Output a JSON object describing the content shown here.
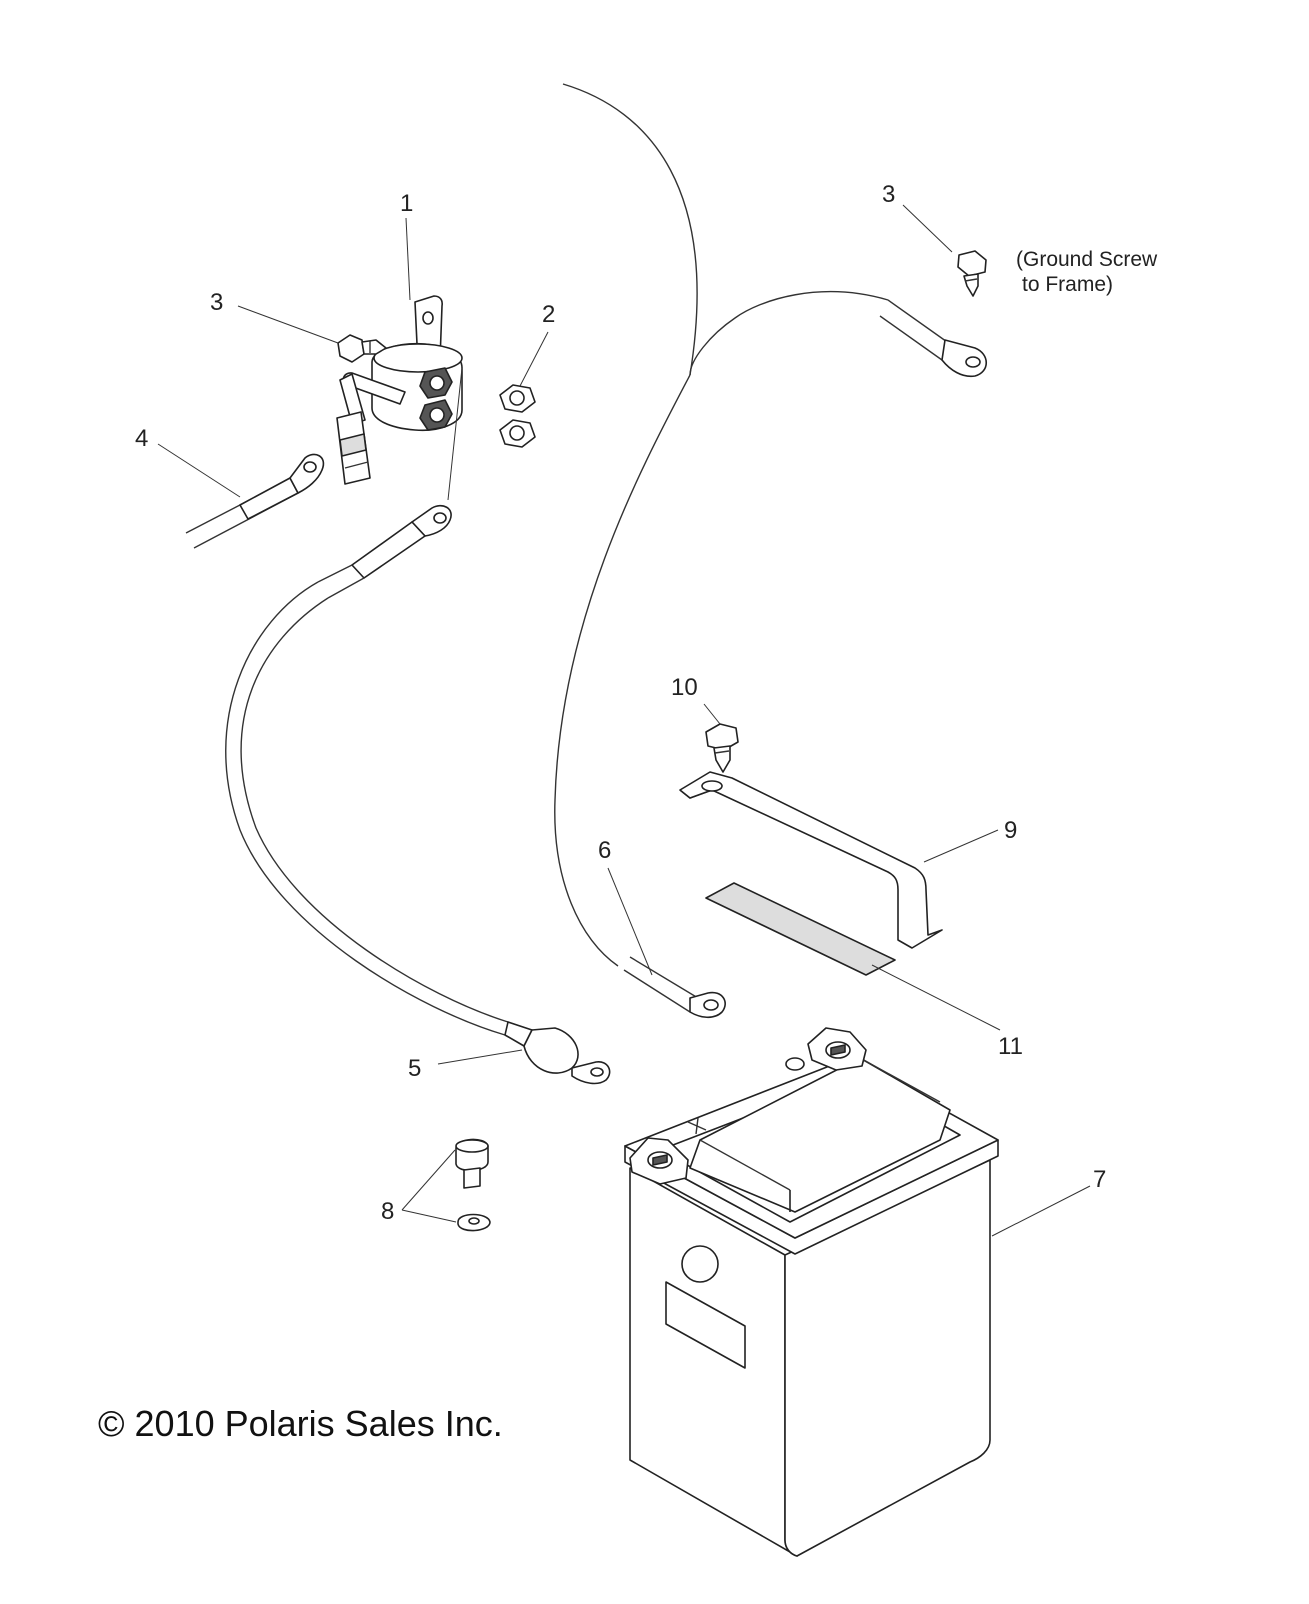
{
  "callouts": [
    {
      "id": "c1",
      "label": "1"
    },
    {
      "id": "c2",
      "label": "2"
    },
    {
      "id": "c3a",
      "label": "3"
    },
    {
      "id": "c3b",
      "label": "3"
    },
    {
      "id": "c4",
      "label": "4"
    },
    {
      "id": "c5",
      "label": "5"
    },
    {
      "id": "c6",
      "label": "6"
    },
    {
      "id": "c7",
      "label": "7"
    },
    {
      "id": "c8",
      "label": "8"
    },
    {
      "id": "c9",
      "label": "9"
    },
    {
      "id": "c10",
      "label": "10"
    },
    {
      "id": "c11",
      "label": "11"
    }
  ],
  "ground_note": {
    "line1": "(Ground Screw",
    "line2": "to Frame)"
  },
  "copyright": "© 2010 Polaris Sales Inc."
}
